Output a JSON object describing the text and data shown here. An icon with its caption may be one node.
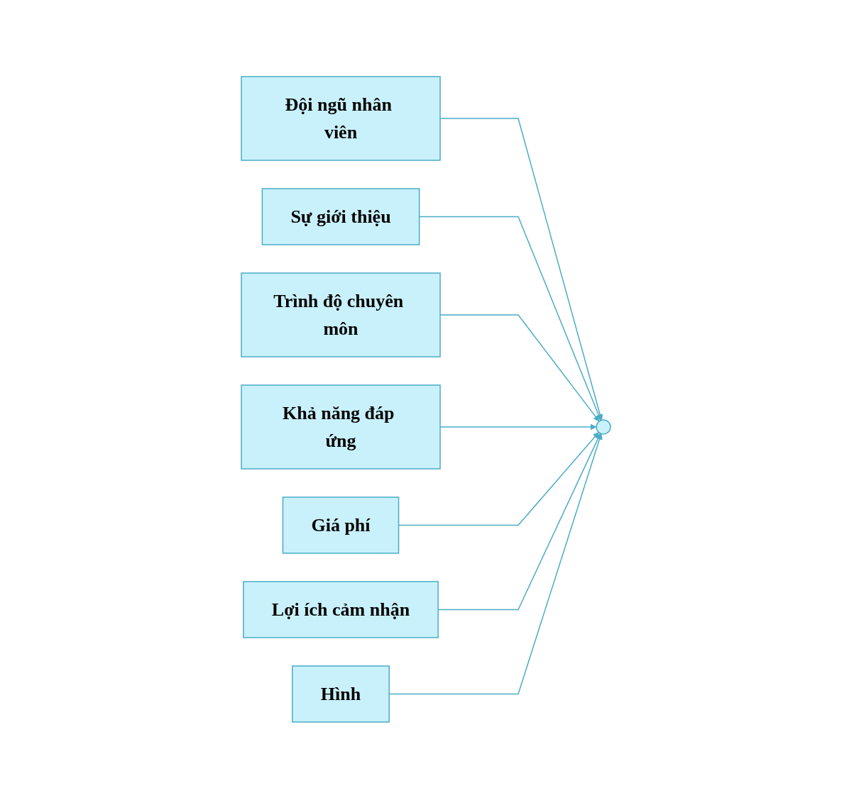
{
  "diagram": {
    "nodes": [
      {
        "text": [
          "Đội ngũ nhân viên"
        ]
      },
      {
        "text": [
          "Sự giới thiệu"
        ]
      },
      {
        "text": [
          "Trình độ chuyên môn"
        ]
      },
      {
        "text": [
          "Khả năng đáp ứng"
        ]
      },
      {
        "text": [
          "Giá phí"
        ]
      },
      {
        "text": [
          "Lợi ích cảm nhận"
        ]
      },
      {
        "text": [
          "Hình"
        ]
      },
      {
        "text": [],
        "shape": "circle"
      }
    ],
    "edges": [
      {
        "from": 0,
        "to": 7,
        "arrow": "to"
      },
      {
        "from": 1,
        "to": 7,
        "arrow": "to"
      },
      {
        "from": 2,
        "to": 7,
        "arrow": "to"
      },
      {
        "from": 3,
        "to": 7,
        "arrow": "to"
      },
      {
        "from": 4,
        "to": 7,
        "arrow": "to"
      },
      {
        "from": 5,
        "to": 7,
        "arrow": "to"
      },
      {
        "from": 6,
        "to": 7,
        "arrow": "to"
      }
    ]
  }
}
